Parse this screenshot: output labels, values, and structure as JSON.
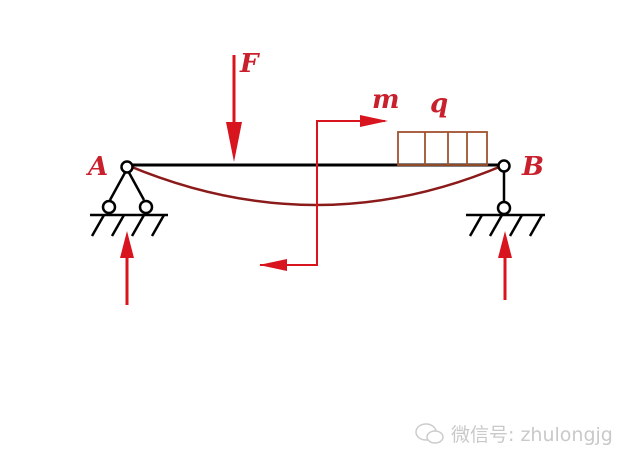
{
  "labels": {
    "support_a": "A",
    "support_b": "B",
    "force": "F",
    "moment": "m",
    "distributed_load": "q"
  },
  "watermark": {
    "icon": "wechat-icon",
    "text": "微信号: zhulongjg"
  },
  "colors": {
    "load": "#d8141e",
    "beam": "#000000",
    "deflection": "#8b1a1a",
    "q_load": "#a0522d"
  }
}
